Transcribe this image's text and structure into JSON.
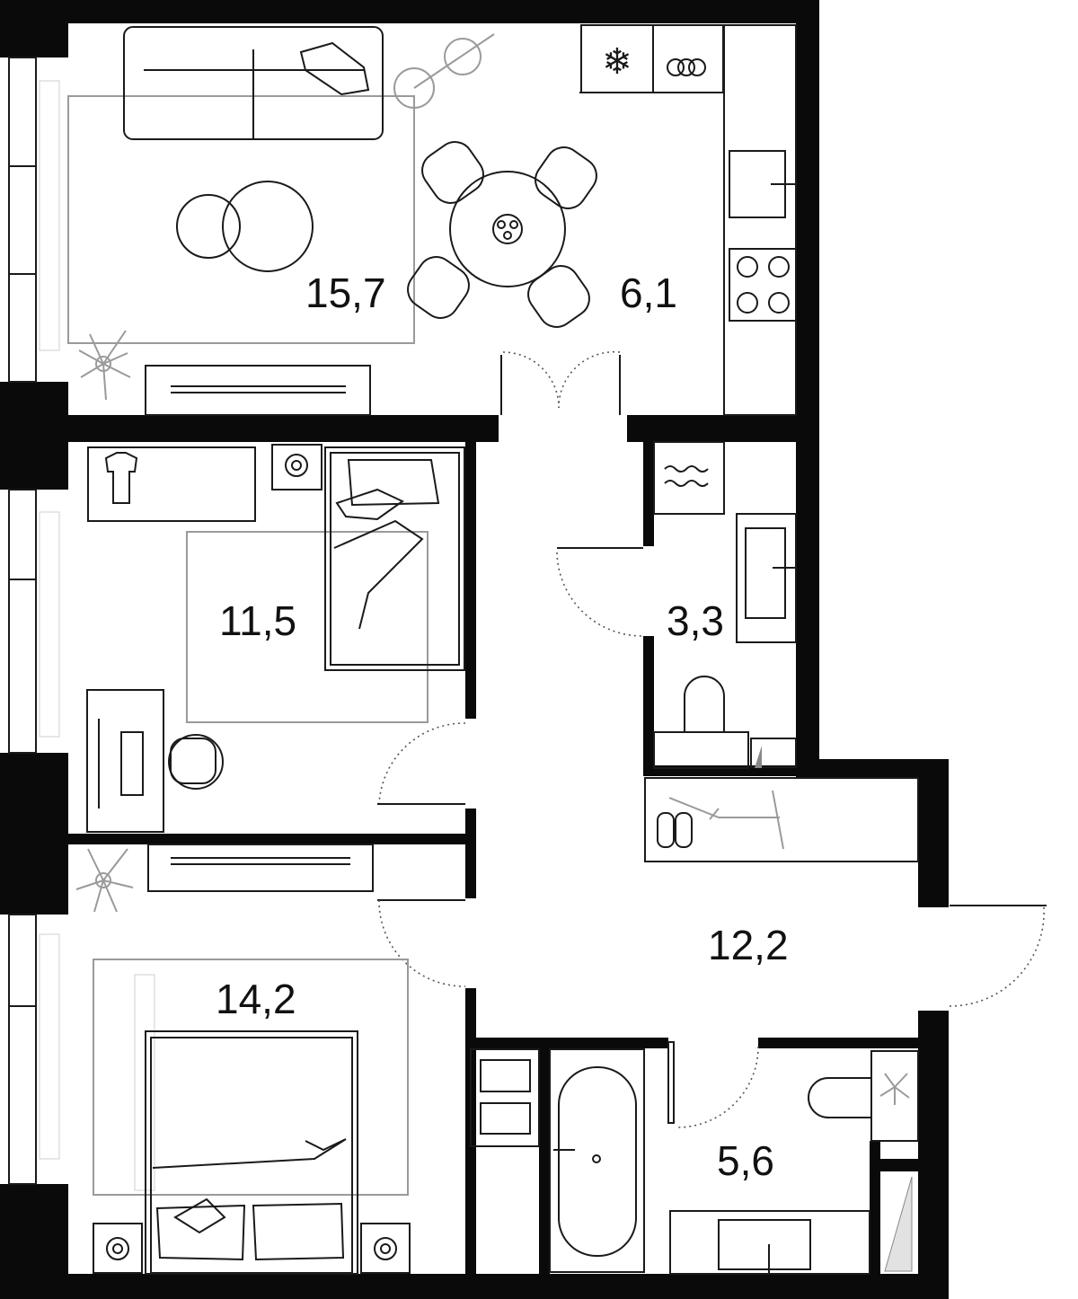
{
  "rooms": [
    {
      "id": "living",
      "area": "15,7"
    },
    {
      "id": "kitchen",
      "area": "6,1"
    },
    {
      "id": "bedroom-small",
      "area": "11,5"
    },
    {
      "id": "bathroom-small",
      "area": "3,3"
    },
    {
      "id": "bedroom-large",
      "area": "14,2"
    },
    {
      "id": "hallway",
      "area": "12,2"
    },
    {
      "id": "bathroom-large",
      "area": "5,6"
    }
  ],
  "colors": {
    "walls": "#0a0a0a",
    "furniture": "#1a1a1a",
    "rugs": "#9a9a9a",
    "background": "#ffffff"
  }
}
